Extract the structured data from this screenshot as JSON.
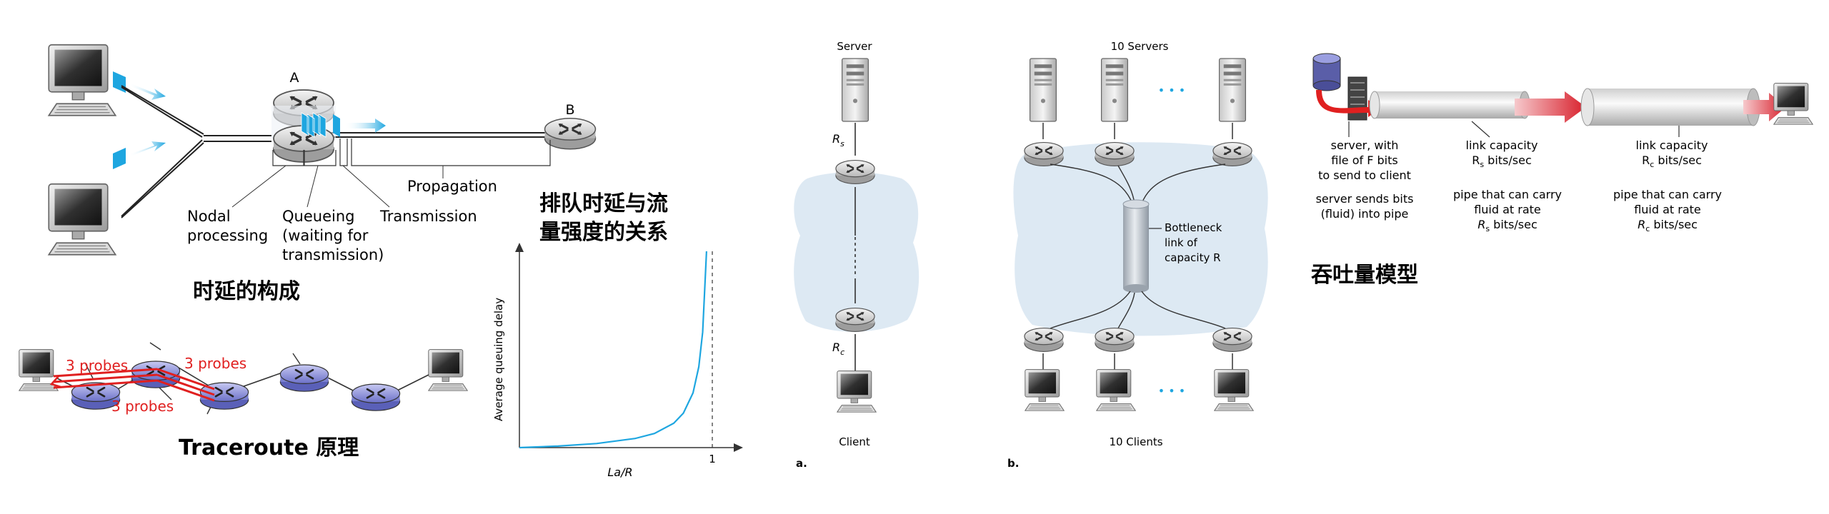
{
  "delay_diagram": {
    "node_a": "A",
    "node_b": "B",
    "propagation": "Propagation",
    "nodal_1": "Nodal",
    "nodal_2": "processing",
    "queueing_1": "Queueing",
    "queueing_2": "(waiting for",
    "queueing_3": "transmission)",
    "transmission": "Transmission",
    "caption": "时延的构成"
  },
  "queuing_chart": {
    "caption_1": "排队时延与流",
    "caption_2": "量强度的关系",
    "ylabel": "Average queuing delay",
    "xlabel": "La/R",
    "x_tick": "1"
  },
  "chart_data": {
    "type": "line",
    "title": "",
    "xlabel": "La/R",
    "ylabel": "Average queuing delay",
    "x_ticks": [
      "1"
    ],
    "xlim": [
      0,
      1.05
    ],
    "asymptote_x": 1,
    "series": [
      {
        "x": [
          0,
          0.2,
          0.4,
          0.6,
          0.7,
          0.8,
          0.85,
          0.9,
          0.93,
          0.95,
          0.97
        ],
        "y": [
          0.0,
          0.25,
          0.67,
          1.5,
          2.33,
          4.0,
          5.67,
          9.0,
          13.3,
          19.0,
          32.3
        ]
      }
    ]
  },
  "traceroute": {
    "probe_1": "3 probes",
    "probe_2": "3 probes",
    "probe_3": "3 probes",
    "caption": "Traceroute 原理"
  },
  "topology_a": {
    "server": "Server",
    "rs": "R",
    "rs_sub": "s",
    "rc": "R",
    "rc_sub": "c",
    "client": "Client",
    "panel": "a."
  },
  "topology_b": {
    "servers": "10 Servers",
    "clients": "10 Clients",
    "dots": "• • •",
    "bottleneck_1": "Bottleneck",
    "bottleneck_2": "link of",
    "bottleneck_3": "capacity R",
    "panel": "b."
  },
  "throughput": {
    "server_1": "server, with",
    "server_2": "file of F bits",
    "server_3": "to send to client",
    "sends_1": "server sends bits",
    "sends_2": "(fluid) into pipe",
    "link_cap": "link capacity",
    "rs_bits": "R",
    "rs_sub": "s",
    "bits_sec": " bits/sec",
    "rc_bits": "R",
    "rc_sub": "c",
    "pipe_1": "pipe that can carry",
    "pipe_2": "fluid at rate",
    "caption": "吞吐量模型"
  },
  "colors": {
    "cyan": "#1ea6e0",
    "red": "#e02020",
    "cloud": "#dde9f3",
    "router_blue": "#8b8fd8"
  }
}
